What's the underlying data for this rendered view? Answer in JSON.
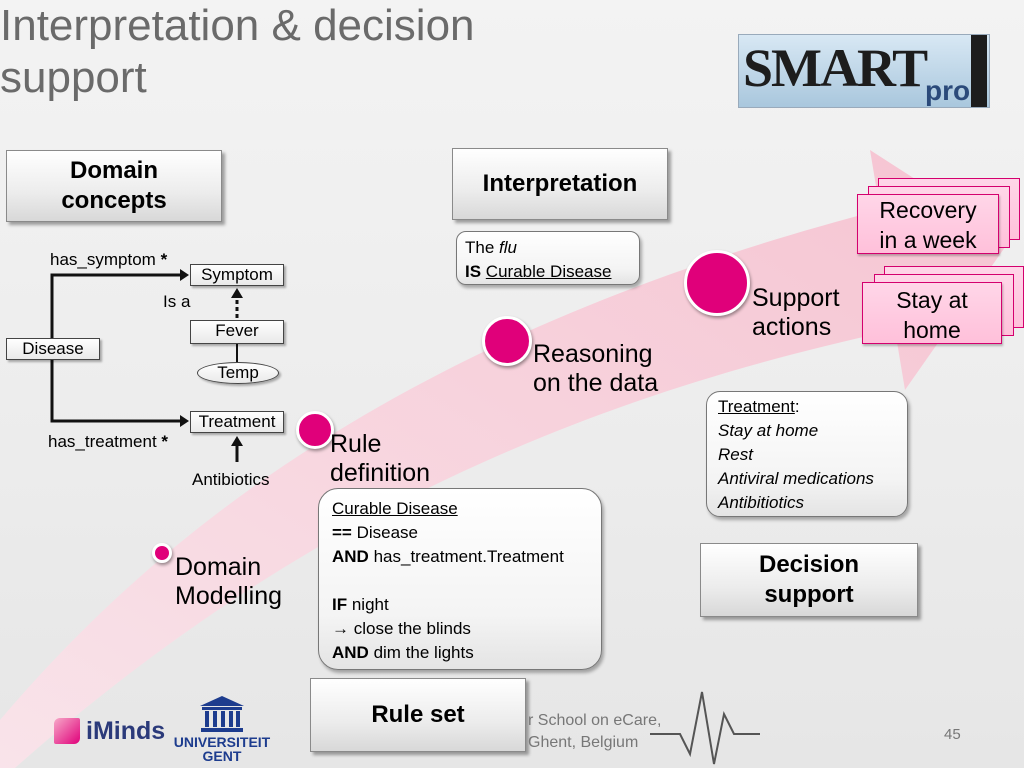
{
  "title": "Interpretation & decision support",
  "logo": {
    "text": "SMART",
    "sub": "pro"
  },
  "headers": {
    "domain_concepts": "Domain concepts",
    "interpretation": "Interpretation",
    "decision_support": "Decision support",
    "rule_set": "Rule set"
  },
  "ontology": {
    "disease": "Disease",
    "symptom": "Symptom",
    "fever": "Fever",
    "temp": "Temp",
    "treatment": "Treatment",
    "has_symptom": "has_symptom",
    "has_treatment": "has_treatment",
    "star": "*",
    "is_a": "Is a",
    "antibiotics": "Antibiotics"
  },
  "steps": {
    "domain_modelling": [
      "Domain",
      "Modelling"
    ],
    "rule_definition": [
      "Rule",
      "definition"
    ],
    "reasoning": [
      "Reasoning",
      "on the data"
    ],
    "support_actions": [
      "Support",
      "actions"
    ]
  },
  "interpretation_box": {
    "the": "The",
    "flu": "flu",
    "is": "IS",
    "curable": "Curable Disease"
  },
  "rule_box": {
    "l1": "Curable Disease",
    "l2_op": "==",
    "l2": "Disease",
    "l3_op": "AND",
    "l3": "has_treatment.Treatment",
    "l4_op": "IF",
    "l4": "night",
    "l5": "→ close the blinds",
    "l6_op": "AND",
    "l6": "dim the lights"
  },
  "treatment_box": {
    "heading": "Treatment",
    "colon": ":",
    "items": [
      "Stay at home",
      "Rest",
      "Antiviral medications",
      "Antibitiotics"
    ]
  },
  "action_cards": {
    "recovery": [
      "Recovery",
      "in a week"
    ],
    "stay": [
      "Stay at",
      "home"
    ]
  },
  "footer": {
    "imec": "iMinds",
    "ugent": [
      "UNIVERSITEIT",
      "GENT"
    ],
    "event": "r School on eCare,",
    "place": "Ghent, Belgium",
    "page": "45"
  },
  "colors": {
    "accent": "#e0007a",
    "arrow": "#f7c8d6",
    "card": "#ffc8de"
  }
}
